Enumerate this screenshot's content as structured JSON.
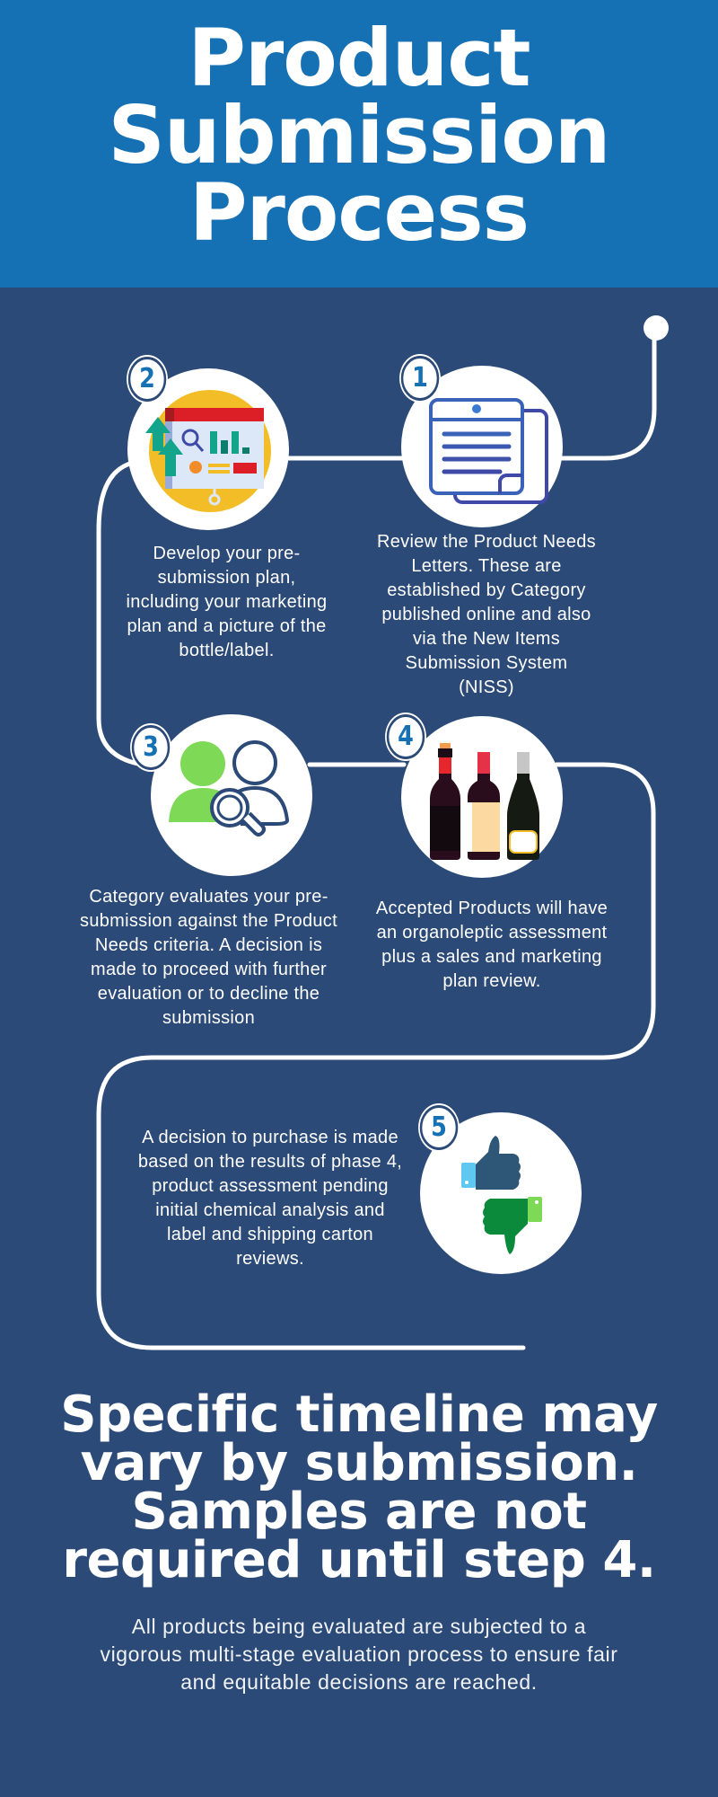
{
  "header": {
    "title_lines": [
      "Product",
      "Submission",
      "Process"
    ],
    "background_color": "#1570b4"
  },
  "body": {
    "background_color": "#2b4a77"
  },
  "steps": [
    {
      "number": "1",
      "icon": "document-letters-icon",
      "text": "Review the Product Needs Letters. These are established by Category published online and also via the New Items Submission System (NISS)"
    },
    {
      "number": "2",
      "icon": "presentation-board-chart-icon",
      "text": "Develop your pre-submission plan, including your marketing plan and a picture of the bottle/label."
    },
    {
      "number": "3",
      "icon": "user-search-magnifier-icon",
      "text": "Category evaluates your pre-submission against the Product Needs criteria. A decision is made to proceed with further evaluation or to decline the submission"
    },
    {
      "number": "4",
      "icon": "wine-bottles-icon",
      "text": "Accepted Products will have an organoleptic assessment plus a sales and marketing plan review."
    },
    {
      "number": "5",
      "icon": "thumbs-up-down-icon",
      "text": "A decision to purchase is made based on the results of phase 4, product assessment pending initial chemical analysis and label and shipping carton reviews."
    }
  ],
  "footer": {
    "headline_lines": [
      "Specific timeline may",
      "vary by submission.",
      "Samples are not",
      "required until step 4."
    ],
    "text": "All products being evaluated are subjected to a vigorous multi-stage evaluation process to ensure fair and equitable decisions are reached."
  },
  "colors": {
    "accent_blue": "#1570b4",
    "navy": "#2b4a77",
    "path": "#ffffff",
    "icon_yellow": "#f2bd26",
    "icon_red": "#dc1f26",
    "icon_teal": "#12a58c",
    "icon_green": "#7ed957",
    "thumb_down_green": "#0a8a3a",
    "thumb_up_slate": "#2e5777",
    "doc_indigo": "#3f4aa8"
  }
}
